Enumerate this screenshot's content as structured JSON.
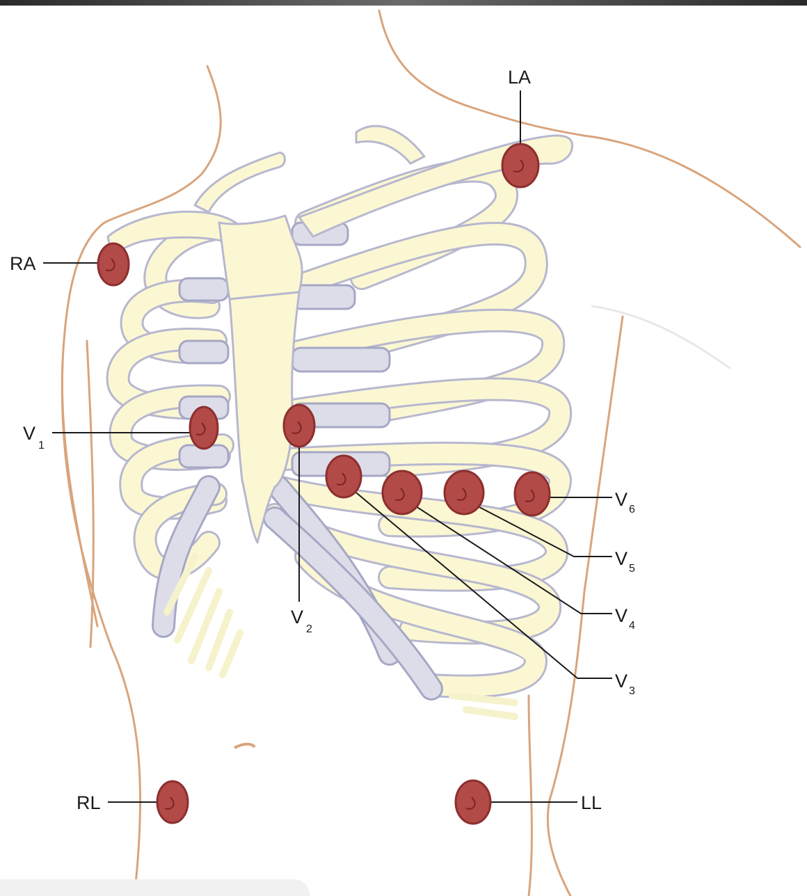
{
  "leads": [
    {
      "id": "RA",
      "label": "RA",
      "sub": ""
    },
    {
      "id": "LA",
      "label": "LA",
      "sub": ""
    },
    {
      "id": "V1",
      "label": "V",
      "sub": "1"
    },
    {
      "id": "V2",
      "label": "V",
      "sub": "2"
    },
    {
      "id": "V3",
      "label": "V",
      "sub": "3"
    },
    {
      "id": "V4",
      "label": "V",
      "sub": "4"
    },
    {
      "id": "V5",
      "label": "V",
      "sub": "5"
    },
    {
      "id": "V6",
      "label": "V",
      "sub": "6"
    },
    {
      "id": "RL",
      "label": "RL",
      "sub": ""
    },
    {
      "id": "LL",
      "label": "LL",
      "sub": ""
    }
  ],
  "colors": {
    "electrode": "#b24a48",
    "bone": "#fbf7d3",
    "cartilage": "#dcdde9",
    "skin_outline": "#d9a47c"
  }
}
